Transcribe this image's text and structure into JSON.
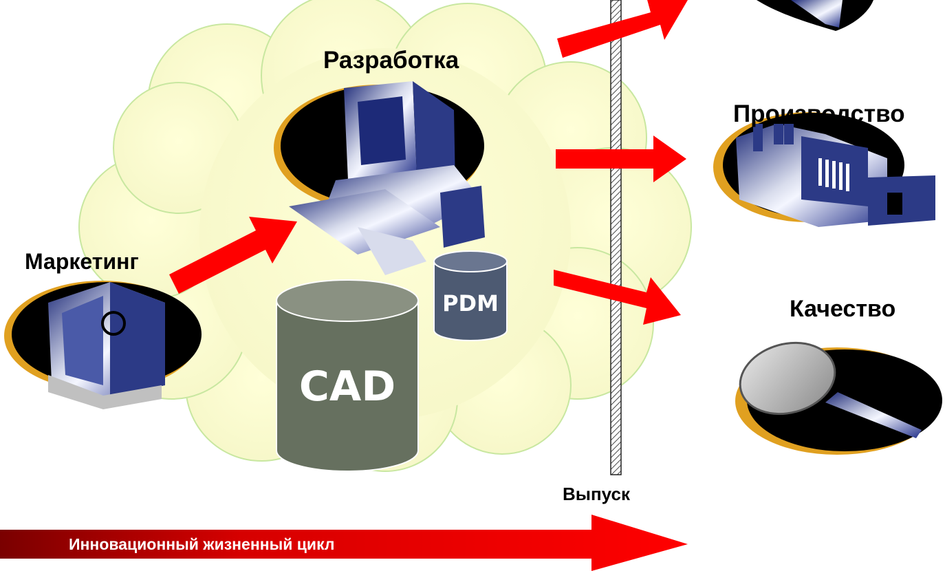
{
  "labels": {
    "development": "Разработка",
    "marketing": "Маркетинг",
    "production": "Производство",
    "quality": "Качество",
    "release": "Выпуск"
  },
  "databases": {
    "cad": "CAD",
    "pdm": "PDM"
  },
  "lifecycle_bar": {
    "label": "Инновационный жизненный цикл"
  },
  "icons": [
    "computer-icon",
    "office-building-icon",
    "factory-icon",
    "magnifier-icon",
    "database-icon"
  ],
  "colors": {
    "cloud_fill": "#fbfbd2",
    "cloud_outline": "#c8e7a0",
    "arrow_red": "#ff0000",
    "bar_dark_red": "#7a0000",
    "cad_cylinder": "#66705f",
    "pdm_cylinder": "#4d5a72",
    "icon_blue": "#2c3a86",
    "oval_black": "#000000",
    "oval_gold": "#e0a020"
  }
}
